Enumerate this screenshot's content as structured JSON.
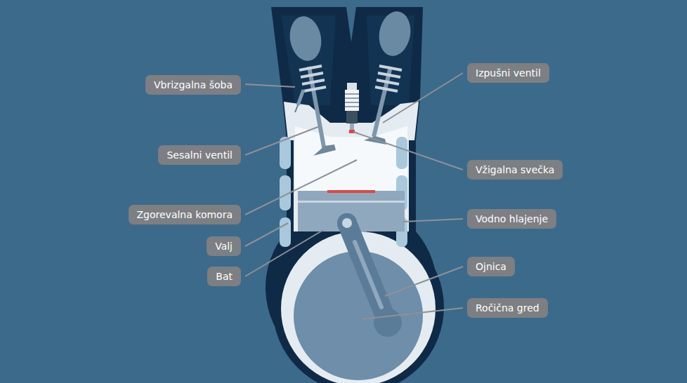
{
  "diagram": {
    "nodes": [
      {
        "text": [
          "Izpušni ventil"
        ]
      },
      {
        "text": [
          "Vbrizgalna šoba"
        ]
      },
      {
        "text": [
          "Sesalni ventil"
        ]
      },
      {
        "text": [
          "Vžigalna svečka"
        ]
      },
      {
        "text": [
          "Zgorevalna komora"
        ]
      },
      {
        "text": [
          "Vodno hlajenje"
        ]
      },
      {
        "text": [
          "Valj"
        ]
      },
      {
        "text": [
          "Ojnica"
        ]
      },
      {
        "text": [
          "Bat"
        ]
      },
      {
        "text": [
          "Ročična gred"
        ]
      }
    ]
  }
}
